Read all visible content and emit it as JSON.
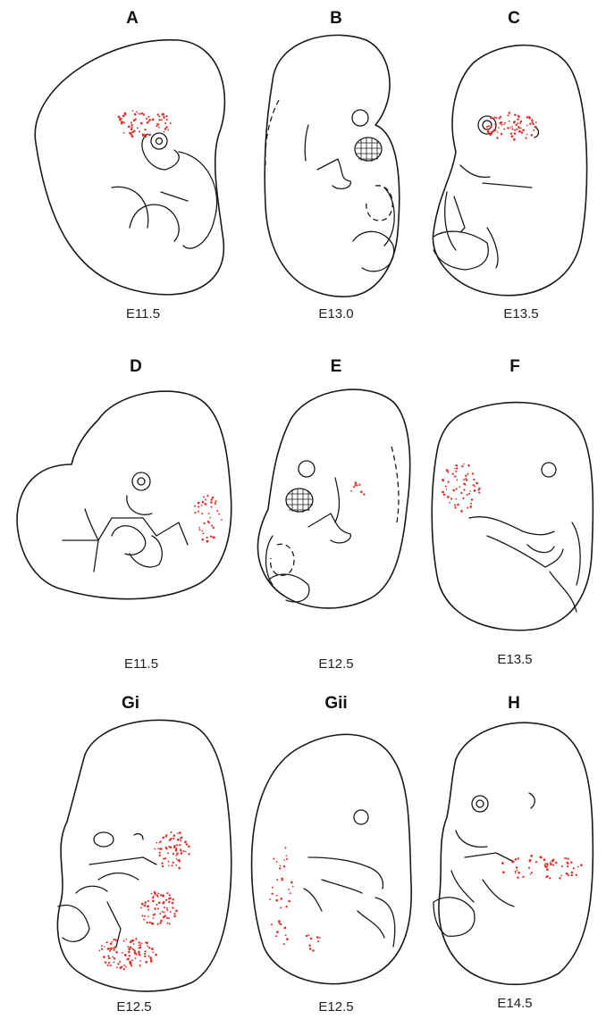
{
  "colors": {
    "line": "#1a1a1a",
    "expression_dots": "#e0302a",
    "background": "#ffffff"
  },
  "panels": [
    {
      "letter": "A",
      "stage": "E11.5"
    },
    {
      "letter": "B",
      "stage": "E13.0"
    },
    {
      "letter": "C",
      "stage": "E13.5"
    },
    {
      "letter": "D",
      "stage": "E11.5"
    },
    {
      "letter": "E",
      "stage": "E12.5"
    },
    {
      "letter": "F",
      "stage": "E13.5"
    },
    {
      "letter": "Gi",
      "stage": "E12.5"
    },
    {
      "letter": "Gii",
      "stage": "E12.5"
    },
    {
      "letter": "H",
      "stage": "E14.5"
    }
  ]
}
